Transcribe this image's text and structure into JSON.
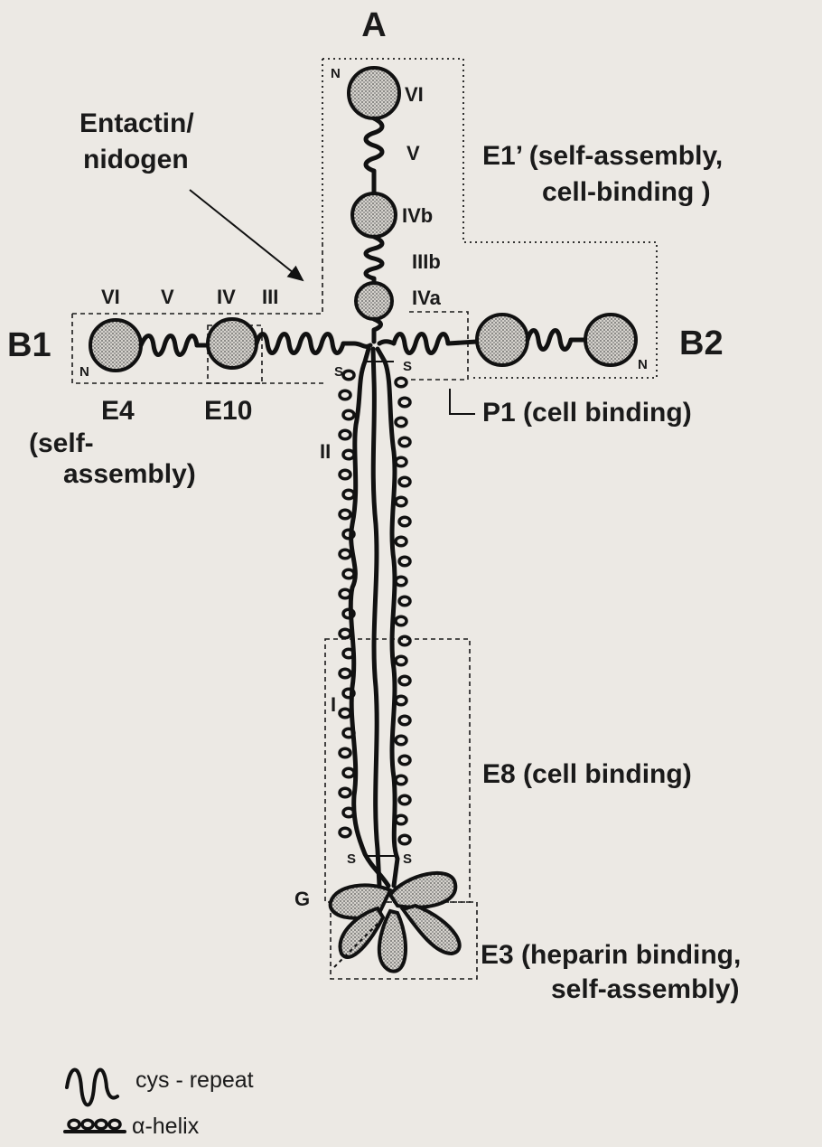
{
  "arms": {
    "a": "A",
    "b1": "B1",
    "b2": "B2"
  },
  "domains": {
    "a_vi": "VI",
    "a_v": "V",
    "a_ivb": "IVb",
    "a_iiib": "IIIb",
    "a_iva": "IVa",
    "b1_vi": "VI",
    "b1_v": "V",
    "b1_iv": "IV",
    "b1_iii": "III",
    "ii": "II",
    "i": "I",
    "g": "G"
  },
  "termini": {
    "n_a": "N",
    "n_b1": "N",
    "n_b2": "N",
    "s1": "S",
    "s2": "S",
    "s3": "S",
    "s4": "S"
  },
  "fragments": {
    "e1": [
      "E1’ (self-assembly,",
      "cell-binding      )"
    ],
    "e4": "E4",
    "e10": "E10",
    "e4_note": [
      "(self-",
      "assembly)"
    ],
    "p1": "P1 (cell binding)",
    "e8": "E8  (cell binding)",
    "e3": [
      "E3 (heparin binding,",
      "self-assembly)"
    ]
  },
  "entactin": [
    "Entactin/",
    "nidogen"
  ],
  "legend": {
    "cys": "cys - repeat",
    "helix": "α-helix"
  }
}
